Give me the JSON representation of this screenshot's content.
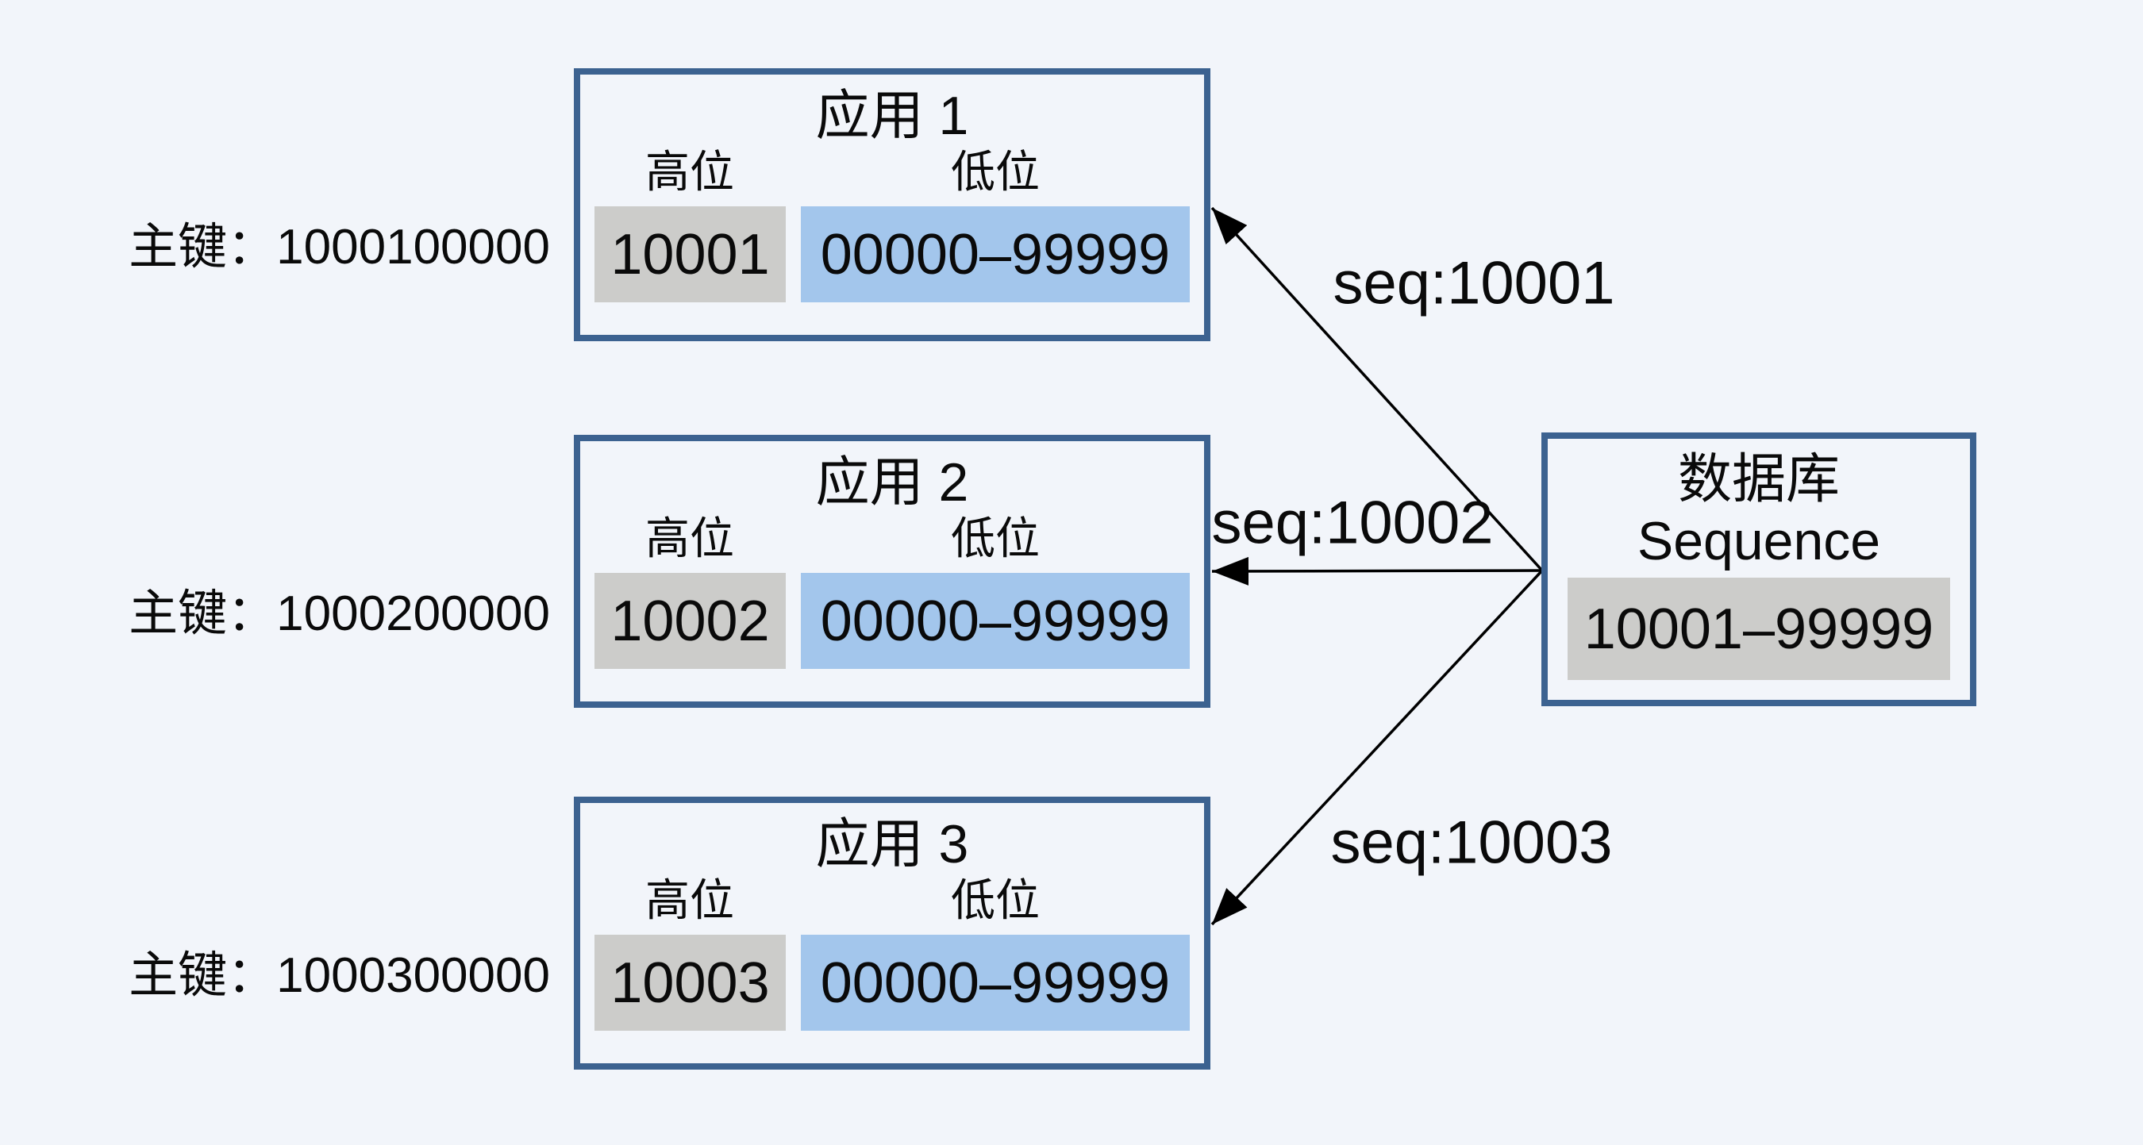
{
  "colors": {
    "background": "#F2F5FA",
    "box_border": "#3C6290",
    "high_fill": "#CCCCCA",
    "low_fill": "#A3C6EC",
    "db_range_fill": "#CCCCCA",
    "arrow": "#000000",
    "text": "#0A0A0A"
  },
  "apps": [
    {
      "title": "应用 1",
      "pk_text": "主键：1000100000",
      "high_label": "高位",
      "low_label": "低位",
      "high_value": "10001",
      "low_value": "00000–99999",
      "seq_label": "seq:10001"
    },
    {
      "title": "应用 2",
      "pk_text": "主键：1000200000",
      "high_label": "高位",
      "low_label": "低位",
      "high_value": "10002",
      "low_value": "00000–99999",
      "seq_label": "seq:10002"
    },
    {
      "title": "应用 3",
      "pk_text": "主键：1000300000",
      "high_label": "高位",
      "low_label": "低位",
      "high_value": "10003",
      "low_value": "00000–99999",
      "seq_label": "seq:10003"
    }
  ],
  "database": {
    "title_line1": "数据库",
    "title_line2": "Sequence",
    "range_value": "10001–99999"
  }
}
